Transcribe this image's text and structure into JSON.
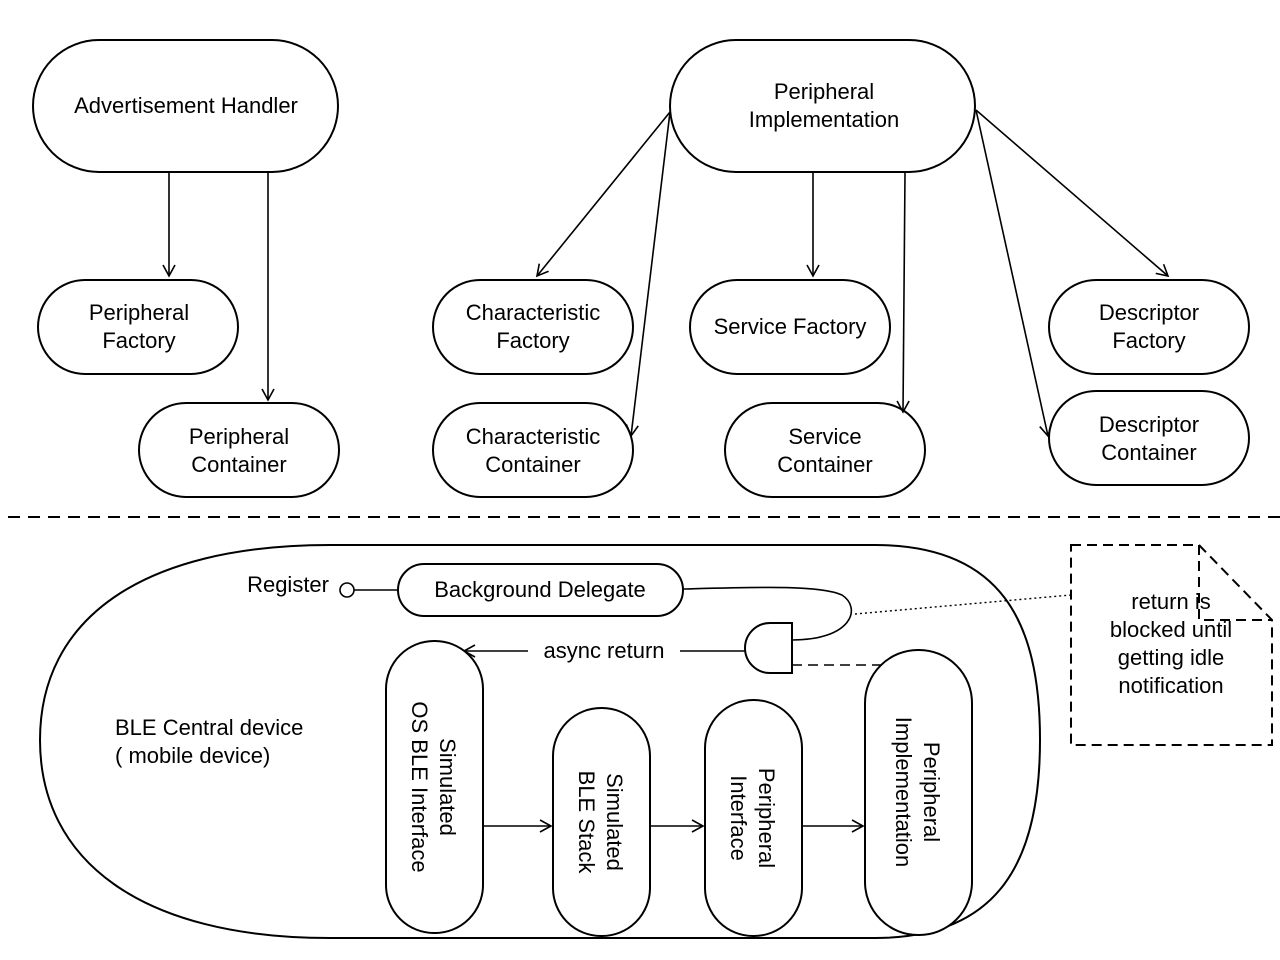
{
  "nodes": {
    "advertisement_handler": [
      "Advertisement Handler"
    ],
    "peripheral_implementation_top": [
      "Peripheral",
      "Implementation"
    ],
    "peripheral_factory": [
      "Peripheral",
      "Factory"
    ],
    "peripheral_container": [
      "Peripheral",
      "Container"
    ],
    "characteristic_factory": [
      "Characteristic",
      "Factory"
    ],
    "characteristic_container": [
      "Characteristic",
      "Container"
    ],
    "service_factory": [
      "Service Factory"
    ],
    "service_container": [
      "Service",
      "Container"
    ],
    "descriptor_factory": [
      "Descriptor",
      "Factory"
    ],
    "descriptor_container": [
      "Descriptor",
      "Container"
    ],
    "background_delegate": [
      "Background Delegate"
    ],
    "simulated_os_ble_interface": [
      "Simulated",
      "OS BLE Interface"
    ],
    "simulated_ble_stack": [
      "Simulated",
      "BLE Stack"
    ],
    "peripheral_interface": [
      "Peripheral",
      "Interface"
    ],
    "peripheral_implementation_bottom": [
      "Peripheral",
      "Implementation"
    ]
  },
  "labels": {
    "register": "Register",
    "async_return": "async return",
    "central_device": [
      "BLE Central device",
      "( mobile device)"
    ]
  },
  "note": [
    "return is",
    "blocked until",
    "getting idle",
    "notification"
  ]
}
